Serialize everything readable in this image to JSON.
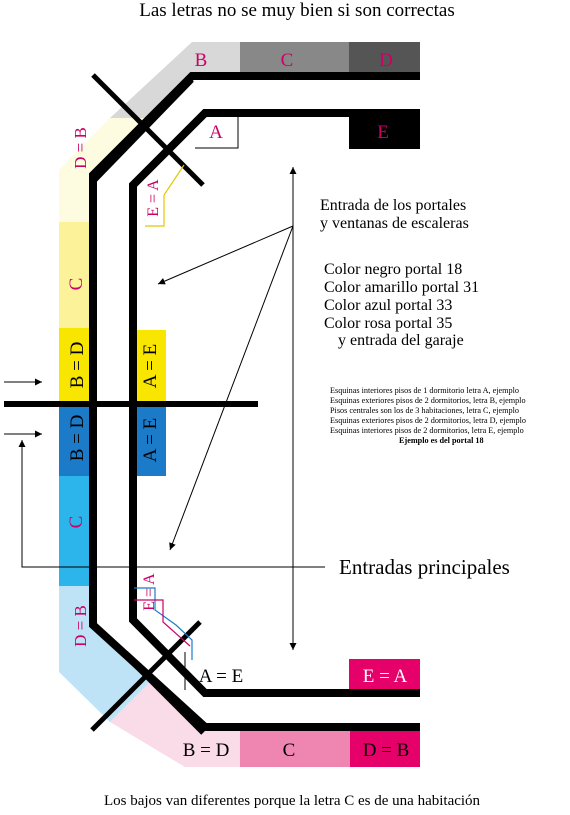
{
  "title": "Las letras no se muy bien si son correctas",
  "footer": "Los bajos van diferentes porque la letra C es de una habitación",
  "labels": {
    "top_b": "B",
    "top_c": "C",
    "top_d": "D",
    "top_a": "A",
    "top_e": "E",
    "left_top_db": "D = B",
    "left_c_yellow": "C",
    "left_bd_yellow": "B = D",
    "left_bd_blue": "B = D",
    "left_c_blue": "C",
    "left_db_bottom": "D = B",
    "inner_ea_top": "E = A",
    "inner_ae_yellow": "A = E",
    "inner_ae_blue": "A = E",
    "inner_ea_bottom": "E = A",
    "bottom_ae": "A = E",
    "bottom_ea": "E = A",
    "bottom_bd": "B = D",
    "bottom_c": "C",
    "bottom_db": "D = B"
  },
  "annotations": {
    "entrada_portales_1": "Entrada de los portales",
    "entrada_portales_2": "y ventanas de escaleras",
    "color_negro": "Color negro portal 18",
    "color_amarillo": "Color amarillo portal 31",
    "color_azul": "Color azul portal 33",
    "color_rosa": "Color rosa portal 35",
    "entrada_garaje": "y entrada del garaje",
    "entradas_principales": "Entradas principales"
  },
  "legend": [
    "Esquinas interiores pisos de 1 dormitorio letra A, ejemplo",
    "Esquinas exteriores pisos de 2 dormitorios, letra B, ejemplo",
    "Pisos centrales son los de 3 habitaciones, letra C, ejemplo",
    "Esquinas exteriores pisos de 2 dormitorios, letra D, ejemplo",
    "Esquinas interiores pisos de 2 dormitorios, letra E, ejemplo"
  ],
  "legend_bold": "Ejemplo es del portal 18",
  "colors": {
    "magenta": "#cc0066",
    "pale_yellow": "#fdfbe0",
    "yellow": "#fcf29a",
    "bright_yellow": "#f8e500",
    "blue": "#1b7bc8",
    "light_blue": "#2bb5ea",
    "pale_blue": "#bfe3f6",
    "pale_pink": "#fadbe8",
    "pink": "#ef86b2",
    "hot_pink": "#e5006a",
    "light_gray": "#d8d8d8",
    "mid_gray": "#888888",
    "dark_gray": "#555555"
  }
}
